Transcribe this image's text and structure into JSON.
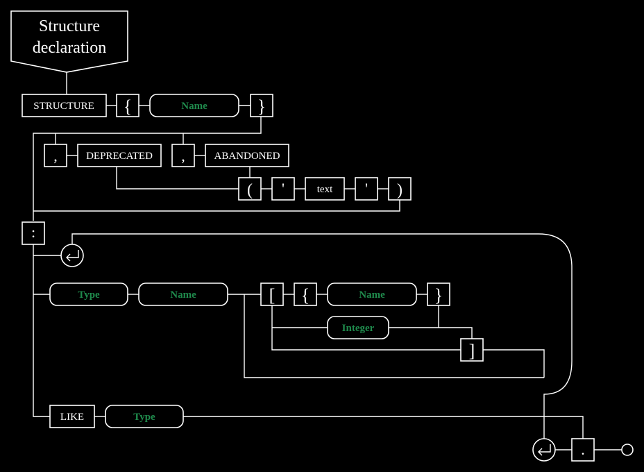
{
  "title": [
    "Structure",
    "declaration"
  ],
  "colors": {
    "background": "#000000",
    "line": "#ffffff",
    "nonterminal": "#1f8a4c"
  },
  "terminals": {
    "structure": "STRUCTURE",
    "open_brace": "{",
    "close_brace": "}",
    "comma": ",",
    "deprecated": "DEPRECATED",
    "abandoned": "ABANDONED",
    "open_paren": "(",
    "quote": "'",
    "text": "text",
    "close_paren": ")",
    "colon": ":",
    "open_bracket": "[",
    "close_bracket": "]",
    "like": "LIKE",
    "period": "."
  },
  "nonterminals": {
    "name": "Name",
    "type": "Type",
    "integer": "Integer"
  },
  "icons": [
    "return-arrow-icon",
    "end-circle-icon"
  ]
}
